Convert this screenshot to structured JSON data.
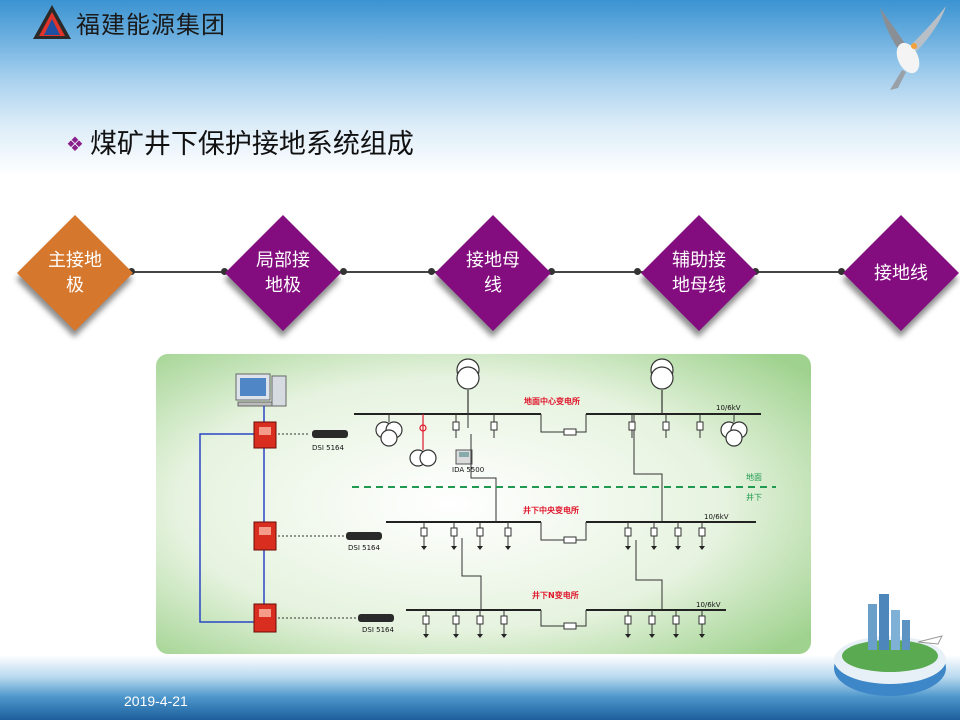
{
  "header": {
    "brand": "福建能源集团",
    "logo_icon": "triangle-logo-icon",
    "decoration_icon": "seagull-icon"
  },
  "slide": {
    "title": "煤矿井下保护接地系统组成",
    "bullet_icon": "diamond-bullet-icon"
  },
  "flow": {
    "nodes": [
      {
        "label": "主接地\n极",
        "color": "#d5772c"
      },
      {
        "label": "局部接\n地极",
        "color": "#830c7e"
      },
      {
        "label": "接地母\n线",
        "color": "#830c7e"
      },
      {
        "label": "辅助接\n地母线",
        "color": "#830c7e"
      },
      {
        "label": "接地线",
        "color": "#830c7e"
      }
    ]
  },
  "diagram": {
    "surface_sub": "地面中心变电所",
    "under_central": "井下中央变电所",
    "under_n": "井下N变电所",
    "voltage": "10/6kV",
    "ground_label": "地面",
    "underground_label": "井下",
    "monitor_device": "DSI 5164",
    "ida_device": "IDA 5500",
    "colors": {
      "substation_text": "#e0152b",
      "divider": "#1f9a50",
      "wire": "#2a46c4"
    }
  },
  "footer": {
    "date": "2019-4-21"
  }
}
